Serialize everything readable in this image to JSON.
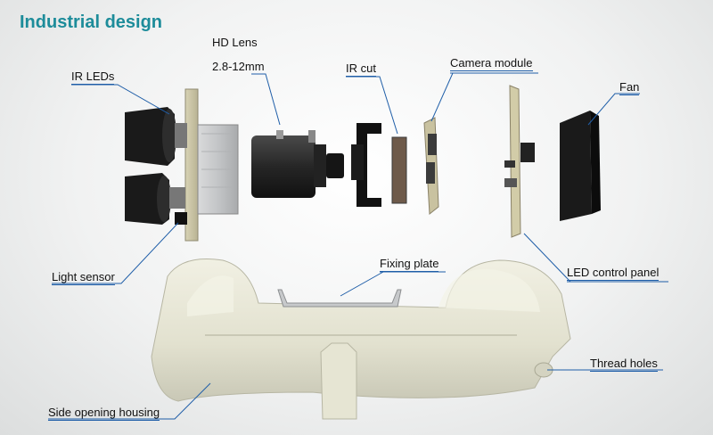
{
  "title": "Industrial design",
  "labels": {
    "ir_leds": "IR LEDs",
    "hd_lens_line1": "HD Lens",
    "hd_lens_line2": "2.8-12mm",
    "ir_cut": "IR cut",
    "camera_module": "Camera module",
    "fan": "Fan",
    "light_sensor": "Light sensor",
    "fixing_plate": "Fixing plate",
    "led_control_panel": "LED control panel",
    "thread_holes": "Thread holes",
    "side_opening_housing": "Side opening housing"
  },
  "colors": {
    "title": "#1d8c9a",
    "leader_line": "#1f5ea8",
    "housing": "#e8e7d6"
  }
}
